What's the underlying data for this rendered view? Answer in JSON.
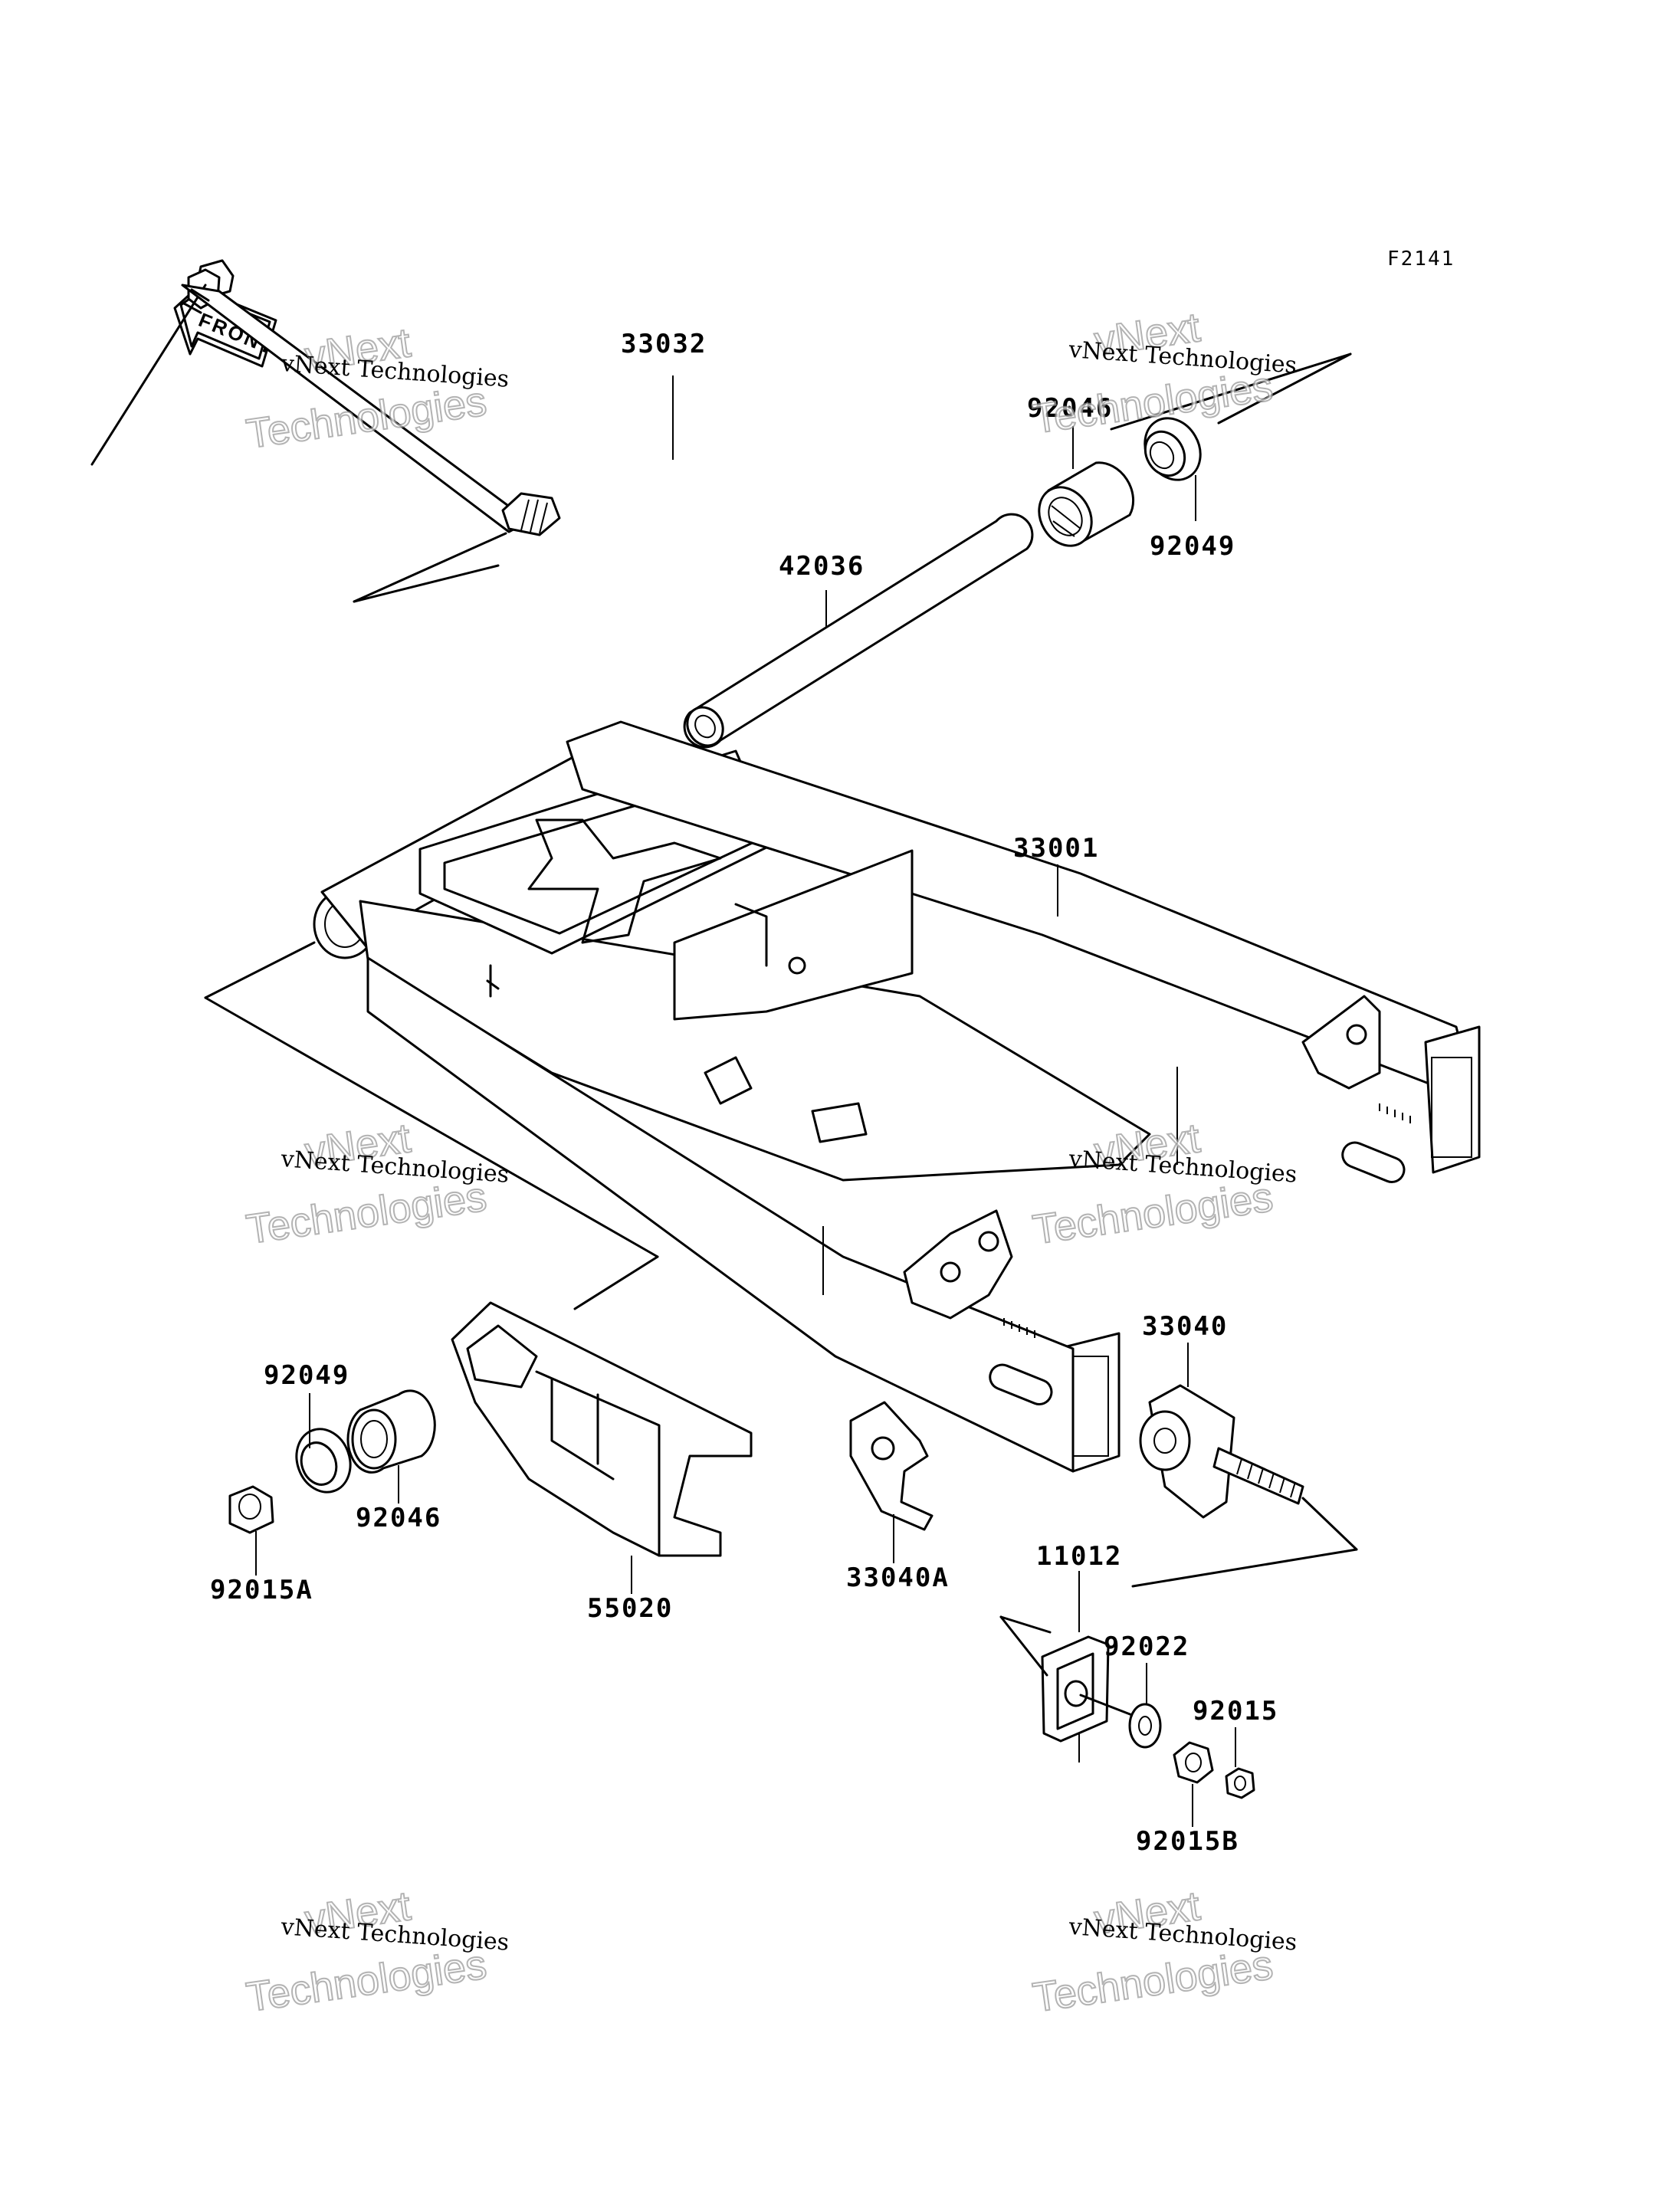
{
  "figure_code": "F2141",
  "front_arrow_label": "FRONT",
  "watermark": {
    "small": "vNext Technologies",
    "big_top": "vNext",
    "big_bottom": "Technologies"
  },
  "parts": [
    {
      "id": "p33032",
      "number": "33032"
    },
    {
      "id": "p92046a",
      "number": "92046"
    },
    {
      "id": "p92049a",
      "number": "92049"
    },
    {
      "id": "p42036",
      "number": "42036"
    },
    {
      "id": "p33001",
      "number": "33001"
    },
    {
      "id": "p33040",
      "number": "33040"
    },
    {
      "id": "p92049b",
      "number": "92049"
    },
    {
      "id": "p92046b",
      "number": "92046"
    },
    {
      "id": "p92015a",
      "number": "92015A"
    },
    {
      "id": "p55020",
      "number": "55020"
    },
    {
      "id": "p33040a",
      "number": "33040A"
    },
    {
      "id": "p11012",
      "number": "11012"
    },
    {
      "id": "p92022",
      "number": "92022"
    },
    {
      "id": "p92015",
      "number": "92015"
    },
    {
      "id": "p92015b",
      "number": "92015B"
    }
  ]
}
